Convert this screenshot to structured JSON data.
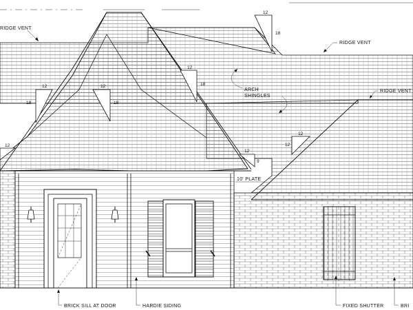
{
  "labels": {
    "ridge_vent_left": "RIDGE VENT",
    "ridge_vent_top": "RIDGE VENT",
    "ridge_vent_right": "RIDGE VENT",
    "arch_shingles_line1": "ARCH",
    "arch_shingles_line2": "SHINGLES",
    "plate": "10' PLATE",
    "brick_sill": "BRICK SILL AT DOOR",
    "hardie_siding": "HARDIE SIDING",
    "fixed_shutter": "FIXED SHUTTER",
    "brick_cut": "BRI"
  },
  "pitches": {
    "top_right": {
      "run": "12",
      "rise": "18"
    },
    "turret_right": {
      "run": "12",
      "rise": "18"
    },
    "turret_left": {
      "run": "12",
      "rise": "18"
    },
    "turret_mid": {
      "run": "12",
      "rise": "18"
    },
    "left_edge": {
      "run": "12"
    },
    "porch": {
      "run": "12",
      "rise": "9"
    },
    "right_wing": {
      "run": "12",
      "rise": "12"
    }
  },
  "colors": {
    "line": "#111111",
    "background": "#ffffff"
  }
}
